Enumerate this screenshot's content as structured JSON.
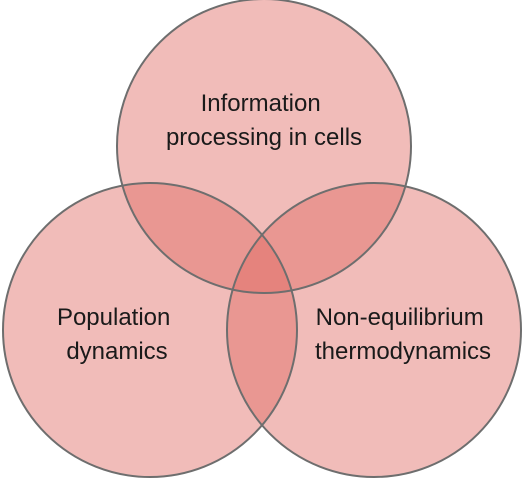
{
  "diagram": {
    "type": "venn",
    "circles": [
      {
        "id": "top",
        "label_lines": [
          "Information",
          "processing in cells"
        ]
      },
      {
        "id": "left",
        "label_lines": [
          "Population",
          "dynamics"
        ]
      },
      {
        "id": "right",
        "label_lines": [
          "Non-equilibrium",
          "thermodynamics"
        ]
      }
    ]
  },
  "colors": {
    "fill": "#e06a63",
    "stroke": "#6e6e6e",
    "text": "#1a1a1a",
    "background": "#ffffff"
  }
}
